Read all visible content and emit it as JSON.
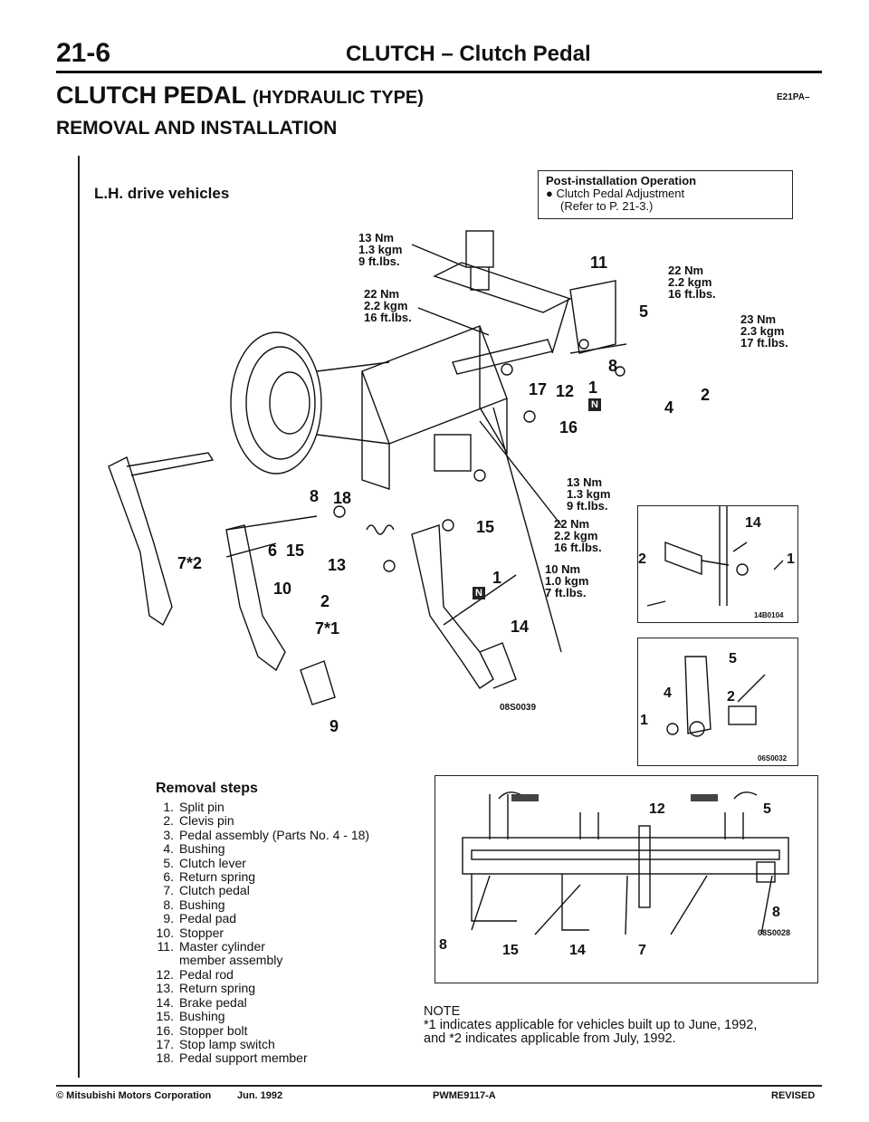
{
  "header": {
    "page_number": "21-6",
    "title": "CLUTCH – Clutch Pedal"
  },
  "section": {
    "title_main": "CLUTCH PEDAL",
    "title_sub": "(HYDRAULIC TYPE)",
    "code": "E21PA–",
    "subtitle": "REMOVAL AND INSTALLATION",
    "vehicle": "L.H. drive vehicles"
  },
  "post_installation": {
    "title": "Post-installation Operation",
    "item": "● Clutch Pedal Adjustment",
    "ref": "(Refer to P. 21-3.)"
  },
  "diagram": {
    "torque_13": "13 Nm\n1.3 kgm\n9 ft.lbs.",
    "torque_22": "22 Nm\n2.2 kgm\n16 ft.lbs.",
    "torque_23": "23 Nm\n2.3 kgm\n17 ft.lbs.",
    "torque_10": "10 Nm\n1.0 kgm\n7 ft.lbs.",
    "code_main": "08S0039",
    "code_inset1": "14B0104",
    "code_inset2": "06S0032",
    "code_inset3": "08S0028",
    "n_icon": "N"
  },
  "removal_steps": {
    "title": "Removal steps",
    "items": [
      {
        "n": "1.",
        "text": "Split pin"
      },
      {
        "n": "2.",
        "text": "Clevis pin"
      },
      {
        "n": "3.",
        "text": "Pedal assembly (Parts No. 4 - 18)"
      },
      {
        "n": "4.",
        "text": "Bushing"
      },
      {
        "n": "5.",
        "text": "Clutch lever"
      },
      {
        "n": "6.",
        "text": "Return spring"
      },
      {
        "n": "7.",
        "text": "Clutch pedal"
      },
      {
        "n": "8.",
        "text": "Bushing"
      },
      {
        "n": "9.",
        "text": "Pedal pad"
      },
      {
        "n": "10.",
        "text": "Stopper"
      },
      {
        "n": "11.",
        "text": "Master cylinder"
      },
      {
        "n": "",
        "text": "member assembly"
      },
      {
        "n": "12.",
        "text": "Pedal rod"
      },
      {
        "n": "13.",
        "text": "Return spring"
      },
      {
        "n": "14.",
        "text": "Brake pedal"
      },
      {
        "n": "15.",
        "text": "Bushing"
      },
      {
        "n": "16.",
        "text": "Stopper bolt"
      },
      {
        "n": "17.",
        "text": "Stop lamp switch"
      },
      {
        "n": "18.",
        "text": "Pedal support member"
      }
    ]
  },
  "note": {
    "title": "NOTE",
    "line1": "*1 indicates applicable for vehicles built up to June, 1992,",
    "line2": "and *2 indicates applicable from July, 1992."
  },
  "footer": {
    "copyright": "© Mitsubishi Motors Corporation",
    "date": "Jun. 1992",
    "doc": "PWME9117-A",
    "status": "REVISED"
  }
}
